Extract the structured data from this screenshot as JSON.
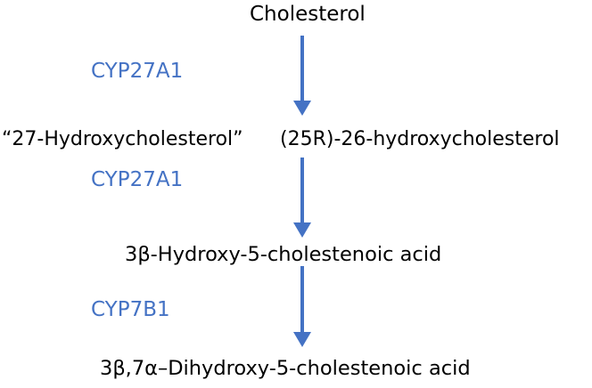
{
  "diagram": {
    "type": "metabolic-pathway",
    "colors": {
      "text": "#000000",
      "enzyme": "#4472C4",
      "arrow": "#4472C4"
    },
    "nodes": [
      {
        "id": "cholesterol",
        "label": "Cholesterol"
      },
      {
        "id": "hydroxychol",
        "label": "(25R)-26-hydroxycholesterol",
        "alias": "“27-Hydroxycholesterol”"
      },
      {
        "id": "hca",
        "label": "3β-Hydroxy-5-cholestenoic acid"
      },
      {
        "id": "dhca",
        "label": "3β,7α–Dihydroxy-5-cholestenoic acid"
      }
    ],
    "edges": [
      {
        "from": "cholesterol",
        "to": "hydroxychol",
        "enzyme": "CYP27A1"
      },
      {
        "from": "hydroxychol",
        "to": "hca",
        "enzyme": "CYP27A1"
      },
      {
        "from": "hca",
        "to": "dhca",
        "enzyme": "CYP7B1"
      }
    ]
  }
}
